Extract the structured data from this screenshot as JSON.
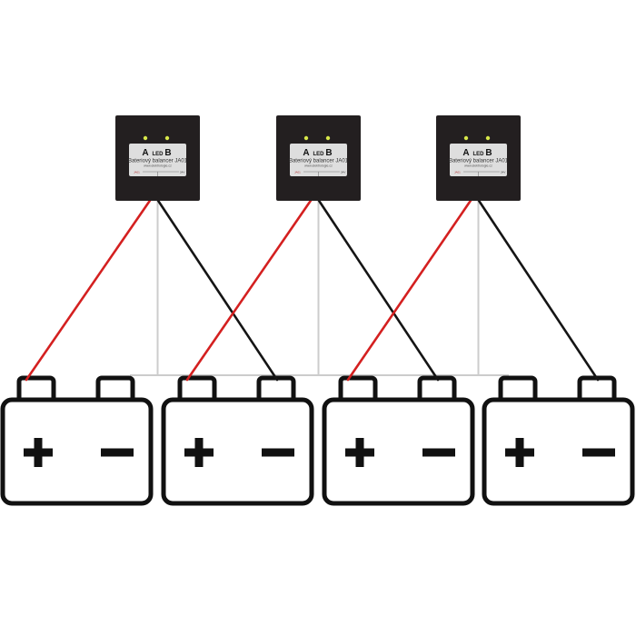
{
  "balancer": {
    "label_a": "A",
    "label_led": "LED",
    "label_b": "B",
    "name": "Bateriový balancer JA01",
    "url": "www.elektrologie.cz",
    "left_small": "JA01",
    "right_small": "24V",
    "body_color": "#231f20",
    "panel_color": "#dedede",
    "led_color": "#d8e84a"
  },
  "battery": {
    "plus_symbol": "+",
    "minus_symbol": "−",
    "outline_color": "#111111"
  },
  "wires": {
    "positive_color": "#d42020",
    "negative_color": "#151515",
    "midpoint_color": "#cccccc"
  }
}
